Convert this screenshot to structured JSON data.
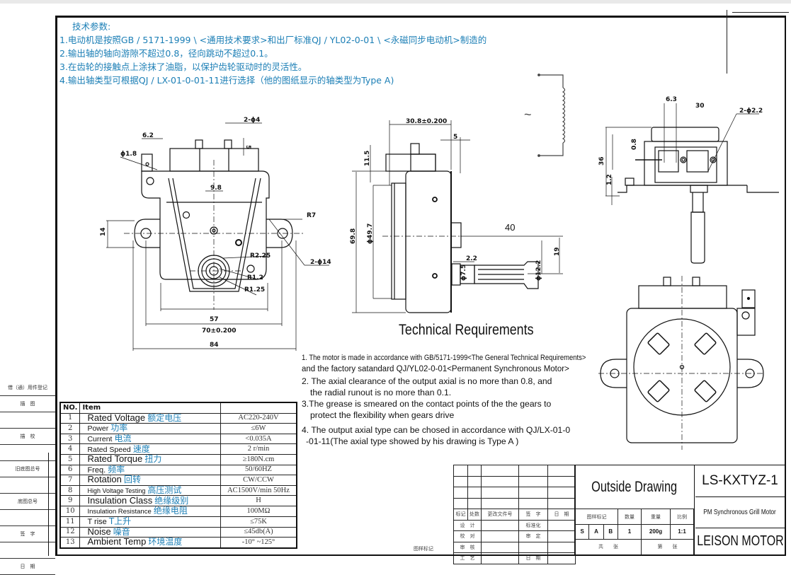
{
  "cn_notes": {
    "heading": "技术参数:",
    "lines": [
      "1.电动机是按照GB / 5171-1999 \\ <通用技术要求>和出厂标准QJ / YL02-0-01 \\ <永磁同步电动机>制造的",
      "2.输出轴的轴向游隙不超过0.8，径向跳动不超过0.1。",
      "3.在齿轮的接触点上涂抹了油脂，以保护齿轮驱动时的灵活性。",
      "4.输出轴类型可根据QJ / LX-01-0-01-11进行选择（他的图纸显示的轴类型为Type A)"
    ]
  },
  "front_view": {
    "dims": [
      "6.2",
      "2-ϕ4",
      "ϕ1.8",
      "5",
      "9.8",
      "14",
      "R7",
      "R2.25",
      "R1.2",
      "R1.25",
      "2-ϕ14",
      "57",
      "70±0.200",
      "84"
    ]
  },
  "side_view": {
    "dims": [
      "30.8±0.200",
      "5",
      "11.5",
      "69.8",
      "ϕ49.7",
      "40",
      "2.2",
      "ϕ7.5",
      "ϕ12.2",
      "19"
    ]
  },
  "top_view": {
    "dims": [
      "6.3",
      "30",
      "2-ϕ2.2",
      "0.8",
      "36",
      "1.2"
    ]
  },
  "schematic": {
    "symbol": "~"
  },
  "technical_requirements": {
    "title": "Technical Requirements",
    "lines": [
      "1. The motor is made in accordance with GB/5171-1999<The General Technical Requirements>",
      "   and the factory satandard QJ/YL02-0-01<Permanent Synchronous Motor>",
      "2. The axial clearance of the output axial is no more than 0.8, and",
      "    the  radial runout is no more than 0.1.",
      "3.The grease is smeared on the contact points of the the gears to",
      "    protect the flexibility when gears drive",
      "4. The output axial type can be chosed in accordance with QJ/LX-01-0",
      "  -01-11(The axial type showed by his drawing is Type A )"
    ]
  },
  "side_register": [
    "借（通）用件登记",
    "描　图",
    "",
    "描　校",
    "",
    "旧底图总号",
    "",
    "底图总号",
    "",
    "签　字",
    "",
    "日　期",
    ""
  ],
  "spec_table": {
    "header": {
      "no": "NO.",
      "item": "Item"
    },
    "rows": [
      {
        "no": "1",
        "item": "Rated Voltage",
        "cn": "额定电压",
        "value": "AC220-240V"
      },
      {
        "no": "2",
        "item": "Power",
        "cn": "功率",
        "value": "≤6W"
      },
      {
        "no": "3",
        "item": "Current",
        "cn": "电流",
        "value": "<0.035A"
      },
      {
        "no": "4",
        "item": "Rated Speed",
        "cn": "速度",
        "value": "2 r/min"
      },
      {
        "no": "5",
        "item": "Rated Torque",
        "cn": "扭力",
        "value": "≥180N.cm"
      },
      {
        "no": "6",
        "item": "Freq.",
        "cn": "频率",
        "value": "50/60HZ"
      },
      {
        "no": "7",
        "item": "Rotation",
        "cn": "回转",
        "value": "CW/CCW"
      },
      {
        "no": "8",
        "item": "High Voltage Testing",
        "cn": "高压测试",
        "value": "AC1500V/min 50Hz"
      },
      {
        "no": "9",
        "item": "Insulation Class",
        "cn": "绝缘级别",
        "value": "H"
      },
      {
        "no": "10",
        "item": "Insulation Resistance",
        "cn": "绝缘电阻",
        "value": "100MΩ"
      },
      {
        "no": "11",
        "item": "T rise",
        "cn": "T上升",
        "value": "≤75K"
      },
      {
        "no": "12",
        "item": "Noise",
        "cn": "噪音",
        "value": "≤45db(A)"
      },
      {
        "no": "13",
        "item": "Ambient Temp",
        "cn": "环境温度",
        "value": "-10° ~125°"
      }
    ]
  },
  "revision_block": {
    "headers": [
      "标记",
      "处数",
      "更改文件号",
      "签　字",
      "日　期"
    ],
    "rows": [
      [
        "设　计",
        "",
        "标准化",
        ""
      ],
      [
        "校　对",
        "",
        "审　定",
        ""
      ],
      [
        "审　核",
        "",
        "",
        ""
      ],
      [
        "工　艺",
        "",
        "日　期",
        ""
      ]
    ],
    "sample_mark": "图样标记"
  },
  "title_block": {
    "drawing_title": "Outside Drawing",
    "labels": {
      "sample_mark": "图样标记",
      "quantity": "数量",
      "weight": "重量",
      "scale": "比例",
      "total": "共　　张",
      "sheet": "第　　张"
    },
    "marks": [
      "S",
      "A",
      "B"
    ],
    "quantity": "1",
    "weight": "200g",
    "scale": "1:1",
    "part_code": "LS-KXTYZ-1",
    "description": "PM Synchronous Grill Motor",
    "company": "LEISON MOTOR"
  }
}
